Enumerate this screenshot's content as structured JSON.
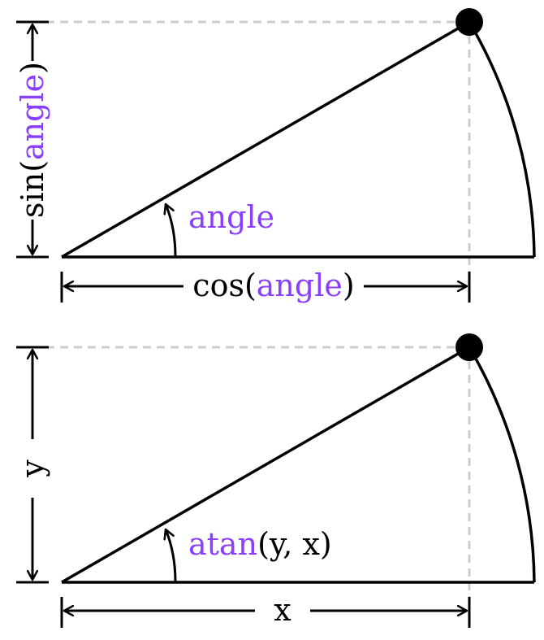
{
  "colors": {
    "ink": "#000000",
    "accent": "#8a3ffc",
    "guide": "#cccccc",
    "background": "#ffffff"
  },
  "top_diagram": {
    "y_label": {
      "prefix": "sin(",
      "term": "angle",
      "suffix": ")"
    },
    "x_label": {
      "prefix": "cos(",
      "term": "angle",
      "suffix": ")"
    },
    "angle_label": "angle",
    "point_icon": "filled-circle-icon"
  },
  "bottom_diagram": {
    "y_label": "y",
    "x_label": "x",
    "angle_label": {
      "term": "atan",
      "args": "(y, x)"
    },
    "point_icon": "filled-circle-icon"
  }
}
